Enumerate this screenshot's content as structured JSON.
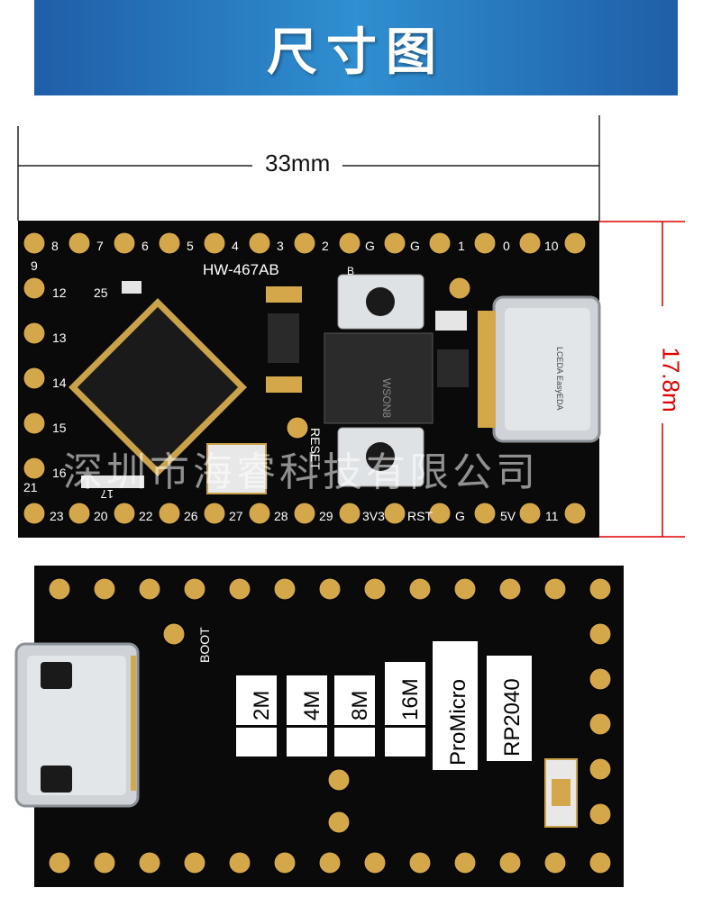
{
  "banner": {
    "title": "尺寸图"
  },
  "dimensions": {
    "width_label": "33mm",
    "height_label": "17.8m"
  },
  "front": {
    "model": "HW-467AB",
    "chip_label": "WSON8",
    "reset_label": "RESET",
    "top_pins": [
      "8",
      "7",
      "6",
      "5",
      "4",
      "3",
      "2",
      "G",
      "G",
      "1",
      "0",
      "10"
    ],
    "left_pins": [
      "9",
      "12",
      "25",
      "13",
      "14",
      "15",
      "16",
      "21"
    ],
    "bottom_pins": [
      "23",
      "20",
      "22",
      "26",
      "27",
      "28",
      "29",
      "3V3",
      "RST",
      "G",
      "5V",
      "11"
    ],
    "other_labels": [
      "17",
      "B"
    ],
    "usb_logo": "LCEDA EasyEDA"
  },
  "watermark": "深圳市海睿科技有限公司",
  "back": {
    "boot_label": "BOOT",
    "flash_options": [
      "2M",
      "4M",
      "8M",
      "16M"
    ],
    "board_name": "ProMicro",
    "chip_name": "RP2040"
  },
  "colors": {
    "banner": "#2f8fd0",
    "pcb": "#0a0a0a",
    "pad": "#d4a84a",
    "dimension_red": "#e00000"
  }
}
